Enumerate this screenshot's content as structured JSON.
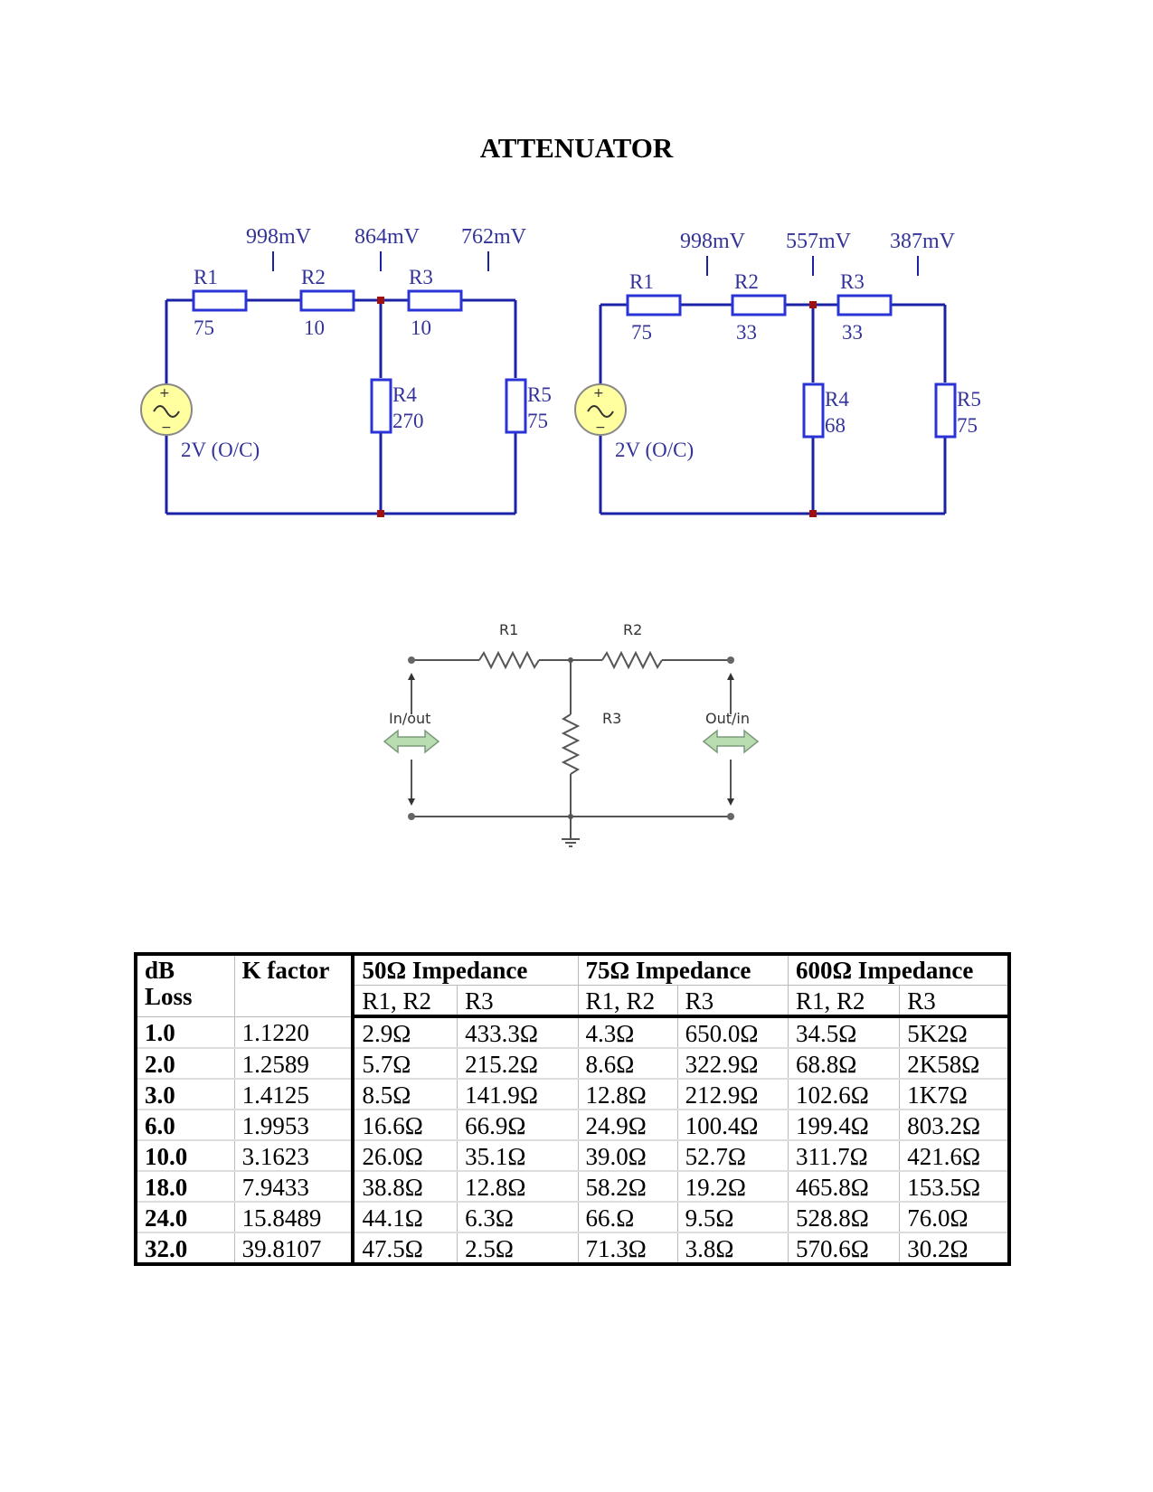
{
  "title": "ATTENUATOR",
  "circuit1": {
    "probes": [
      "998mV",
      "864mV",
      "762mV"
    ],
    "r1": {
      "name": "R1",
      "value": "75"
    },
    "r2": {
      "name": "R2",
      "value": "10"
    },
    "r3": {
      "name": "R3",
      "value": "10"
    },
    "r4": {
      "name": "R4",
      "value": "270"
    },
    "r5": {
      "name": "R5",
      "value": "75"
    },
    "source": "2V (O/C)"
  },
  "circuit2": {
    "probes": [
      "998mV",
      "557mV",
      "387mV"
    ],
    "r1": {
      "name": "R1",
      "value": "75"
    },
    "r2": {
      "name": "R2",
      "value": "33"
    },
    "r3": {
      "name": "R3",
      "value": "33"
    },
    "r4": {
      "name": "R4",
      "value": "68"
    },
    "r5": {
      "name": "R5",
      "value": "75"
    },
    "source": "2V (O/C)"
  },
  "tpad": {
    "r1": "R1",
    "r2": "R2",
    "r3": "R3",
    "in_label": "In/out",
    "out_label": "Out/in"
  },
  "table": {
    "h_db1": "dB",
    "h_db2": "Loss",
    "h_k": "K factor",
    "groups": [
      "50Ω Impedance",
      "75Ω Impedance",
      "600Ω Impedance"
    ],
    "sub": [
      "R1, R2",
      "R3"
    ],
    "rows": [
      [
        "1.0",
        "1.1220",
        "2.9Ω",
        "433.3Ω",
        "4.3Ω",
        "650.0Ω",
        "34.5Ω",
        "5K2Ω"
      ],
      [
        "2.0",
        "1.2589",
        "5.7Ω",
        "215.2Ω",
        "8.6Ω",
        "322.9Ω",
        "68.8Ω",
        "2K58Ω"
      ],
      [
        "3.0",
        "1.4125",
        "8.5Ω",
        "141.9Ω",
        "12.8Ω",
        "212.9Ω",
        "102.6Ω",
        "1K7Ω"
      ],
      [
        "6.0",
        "1.9953",
        "16.6Ω",
        "66.9Ω",
        "24.9Ω",
        "100.4Ω",
        "199.4Ω",
        "803.2Ω"
      ],
      [
        "10.0",
        "3.1623",
        "26.0Ω",
        "35.1Ω",
        "39.0Ω",
        "52.7Ω",
        "311.7Ω",
        "421.6Ω"
      ],
      [
        "18.0",
        "7.9433",
        "38.8Ω",
        "12.8Ω",
        "58.2Ω",
        "19.2Ω",
        "465.8Ω",
        "153.5Ω"
      ],
      [
        "24.0",
        "15.8489",
        "44.1Ω",
        "6.3Ω",
        "66.Ω",
        "9.5Ω",
        "528.8Ω",
        "76.0Ω"
      ],
      [
        "32.0",
        "39.8107",
        "47.5Ω",
        "2.5Ω",
        "71.3Ω",
        "3.8Ω",
        "570.6Ω",
        "30.2Ω"
      ]
    ]
  }
}
